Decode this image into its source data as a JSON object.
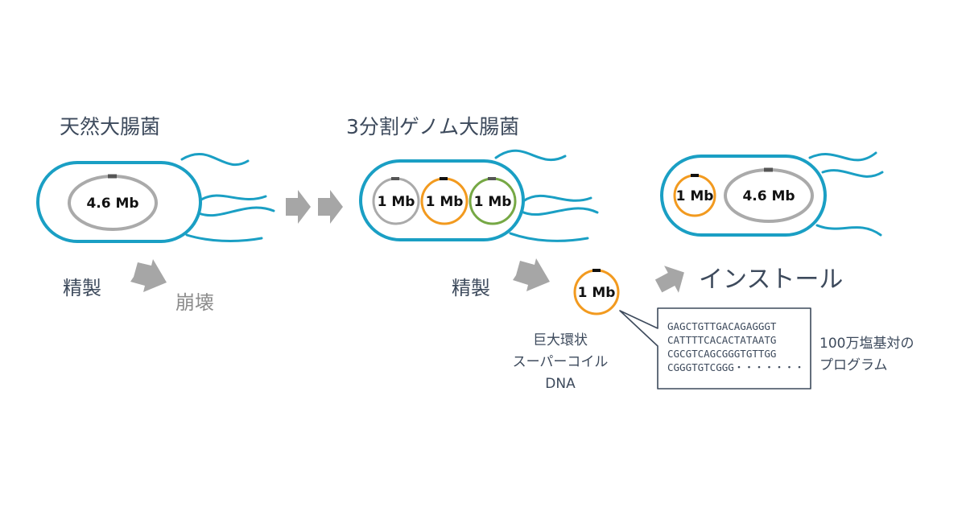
{
  "colors": {
    "cell": "#1a9fc4",
    "ring_gray": "#aaaaaa",
    "ring_orange": "#f29a1f",
    "ring_green": "#76a845",
    "arrow": "#a6a6a6",
    "text": "#3d4a5c"
  },
  "natural": {
    "title": "天然大腸菌",
    "genome_label": "4.6 Mb",
    "purify_label": "精製",
    "collapse_label": "崩壊"
  },
  "split": {
    "title": "3分割ゲノム大腸菌",
    "rings": [
      {
        "label": "1 Mb",
        "color": "gray"
      },
      {
        "label": "1 Mb",
        "color": "orange"
      },
      {
        "label": "1 Mb",
        "color": "green"
      }
    ],
    "purify_label": "精製"
  },
  "purified": {
    "ring_label": "1 Mb",
    "description": [
      "巨大環状",
      "スーパーコイル",
      "DNA"
    ]
  },
  "install": {
    "label": "インストール"
  },
  "sequence": {
    "lines": [
      "GAGCTGTTGACAGAGGGT",
      "CATTTTCACACTATAATG",
      "CGCGTCAGCGGGTGTTGG",
      "CGGGTGTCGGG・・・・・・・"
    ],
    "caption": [
      "100万塩基対の",
      "プログラム"
    ]
  },
  "installed": {
    "small_label": "1 Mb",
    "genome_label": "4.6 Mb"
  }
}
